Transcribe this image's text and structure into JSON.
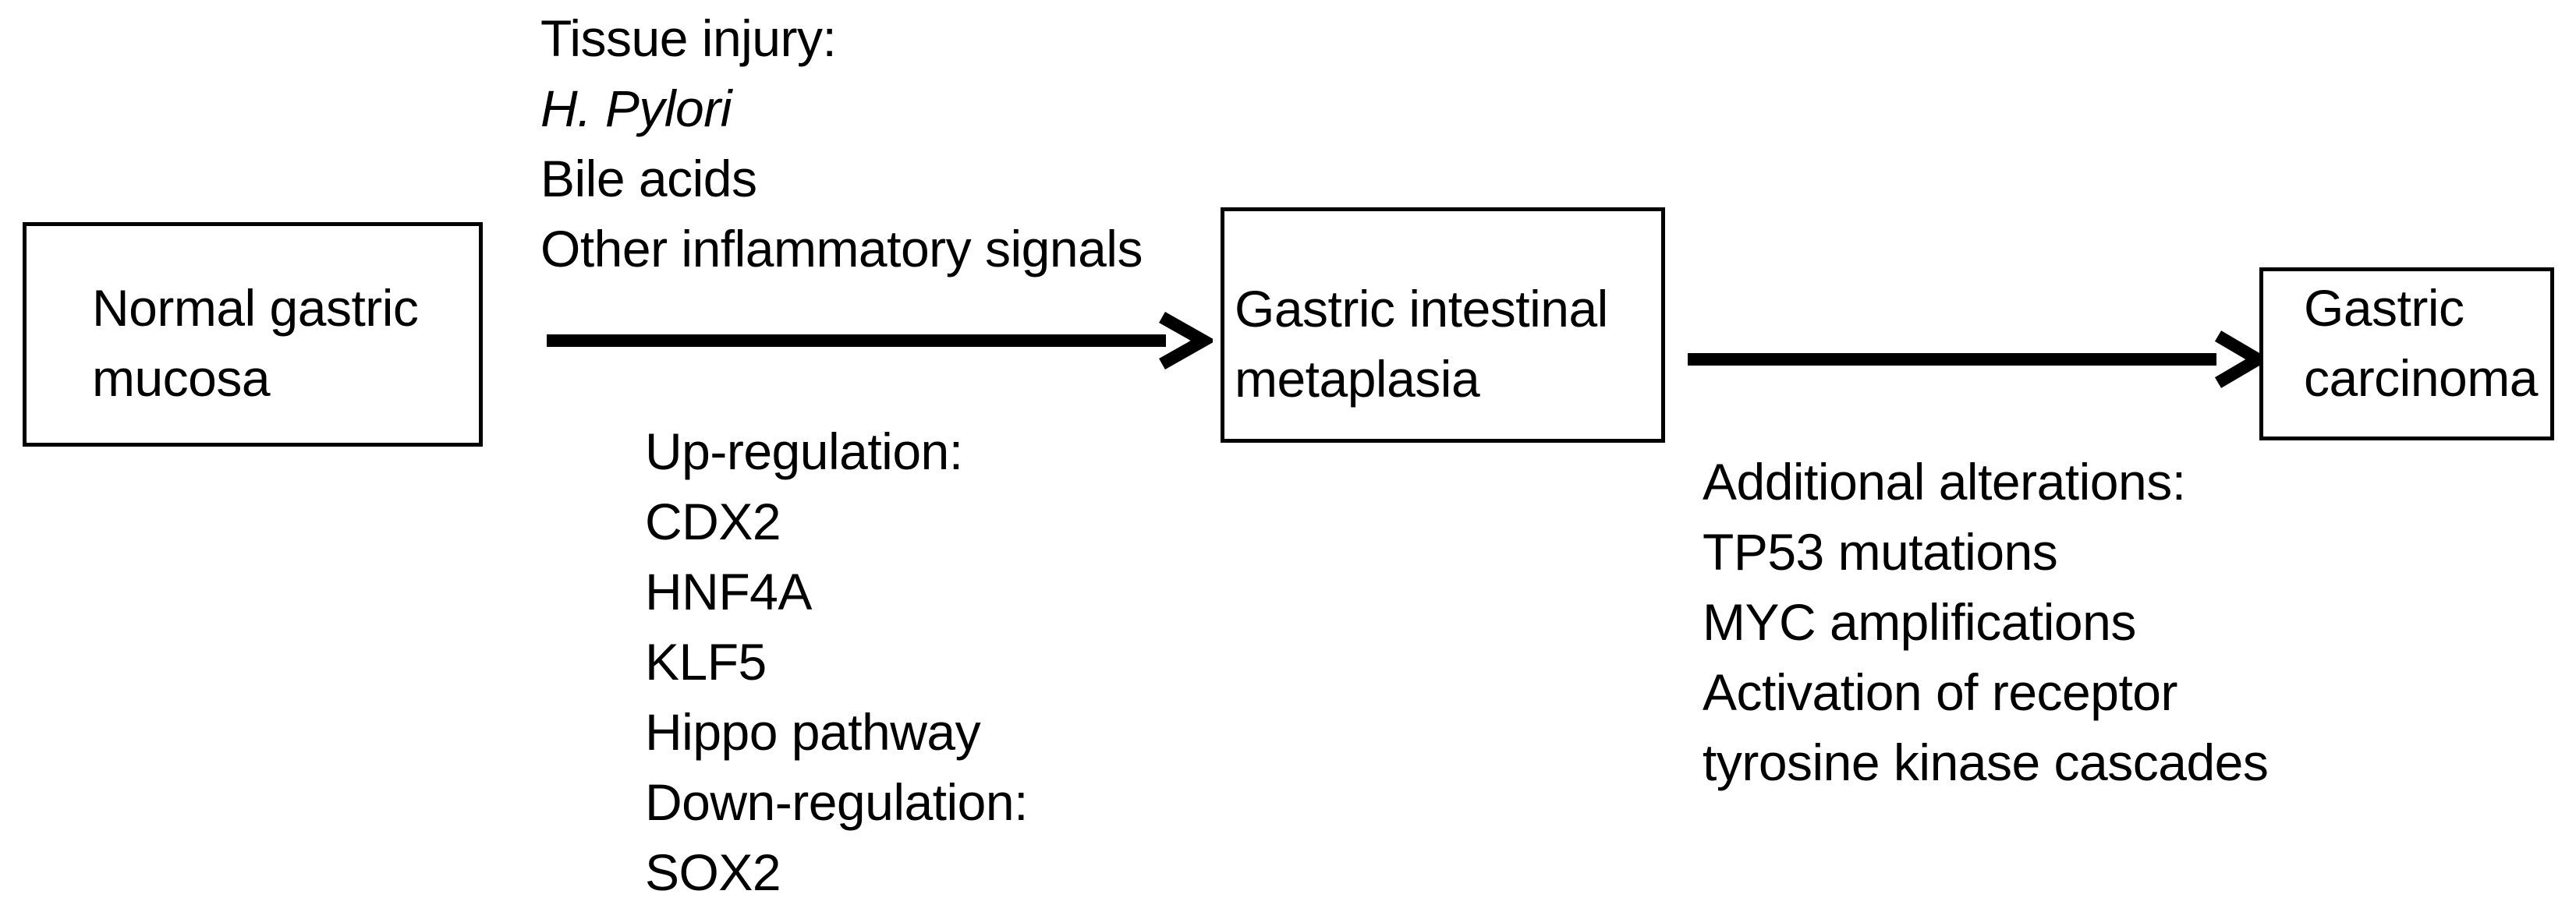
{
  "diagram": {
    "background_color": "#ffffff",
    "ink_color": "#000000",
    "nodes": [
      {
        "id": "normal-gastric-mucosa",
        "label_lines": [
          "Normal gastric",
          "mucosa"
        ]
      },
      {
        "id": "gastric-intestinal-metaplasia",
        "label_lines": [
          "Gastric intestinal",
          "metaplasia"
        ]
      },
      {
        "id": "gastric-carcinoma",
        "label_lines": [
          "Gastric",
          "carcinoma"
        ]
      }
    ],
    "annotations": {
      "tissue_injury": {
        "lines": [
          "Tissue injury:",
          "H. Pylori",
          "Bile acids",
          "Other inflammatory signals"
        ],
        "italic_line": "H. Pylori"
      },
      "regulation": {
        "lines": [
          "Up-regulation:",
          "CDX2",
          "HNF4A",
          "KLF5",
          "Hippo pathway",
          "Down-regulation:",
          "SOX2"
        ]
      },
      "alterations": {
        "lines": [
          "Additional alterations:",
          "TP53 mutations",
          "MYC amplifications",
          "Activation of receptor",
          "tyrosine kinase cascades"
        ]
      }
    },
    "arrows": [
      {
        "from": "Normal gastric mucosa",
        "to": "Gastric intestinal metaplasia"
      },
      {
        "from": "Gastric intestinal metaplasia",
        "to": "Gastric carcinoma"
      }
    ]
  }
}
